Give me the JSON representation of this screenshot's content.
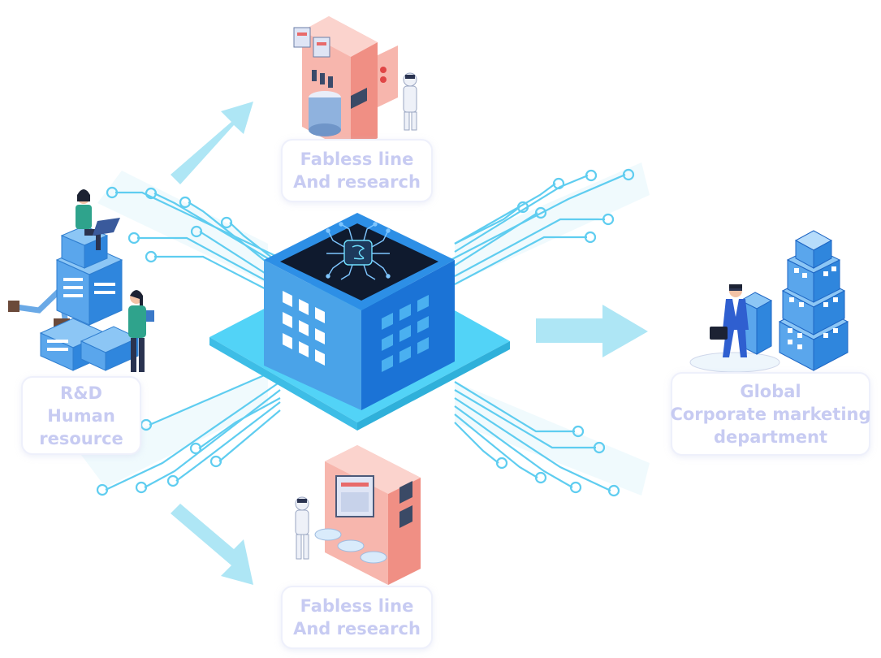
{
  "nodes": {
    "top": {
      "line1": "Fabless line",
      "line2": "And research"
    },
    "left": {
      "line1": "R&D",
      "line2": "Human",
      "line3": "resource"
    },
    "bottom": {
      "line1": "Fabless line",
      "line2": "And research"
    },
    "right": {
      "line1": "Global",
      "line2": "Corporate marketing",
      "line3": "department"
    }
  },
  "colors": {
    "label_text": "#c7cbf2",
    "circuit": "#5fcdf0",
    "platform": "#52d3f7",
    "cube_front": "#4aa3e8",
    "cube_side": "#1b73d6",
    "cube_top": "#0f1a2e",
    "arrow": "#aee6f5",
    "factory_pink": "#f7b6ad",
    "building_blue": "#2f86dd"
  },
  "icons": [
    "chip-icon",
    "factory-icon",
    "engineer-figure",
    "office-worker-figure",
    "businessman-figure",
    "office-building-icon",
    "robot-arm-icon"
  ]
}
